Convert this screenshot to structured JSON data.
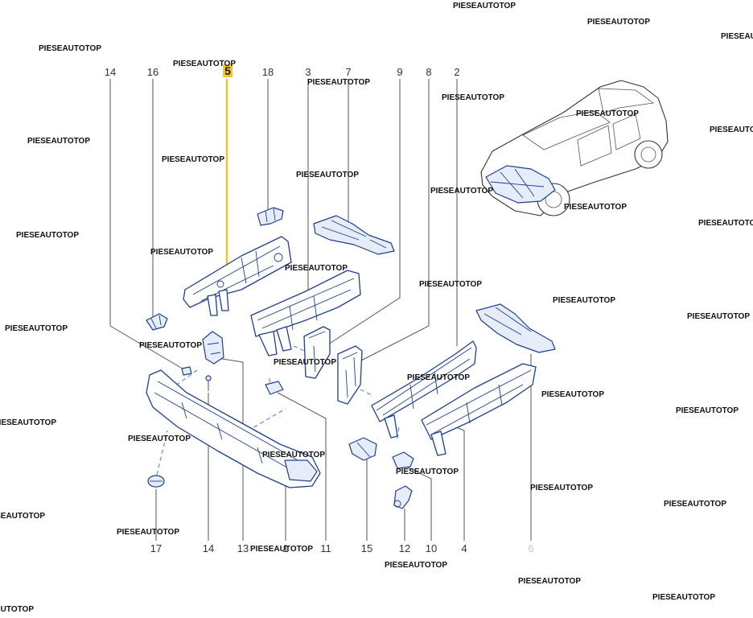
{
  "callouts": {
    "top": [
      "14",
      "16",
      "5",
      "18",
      "3",
      "7",
      "9",
      "8",
      "2"
    ],
    "bottom": [
      "17",
      "14",
      "13",
      "1",
      "11",
      "15",
      "12",
      "10",
      "4",
      "6"
    ]
  },
  "highlighted_part": "5",
  "watermark": "PIESEAUTOTOP",
  "colors": {
    "part_stroke": "#1e3f8f",
    "part_fill": "#e6ecf8",
    "highlight": "#f2c430",
    "guide_dash": "#5a8fd0"
  }
}
